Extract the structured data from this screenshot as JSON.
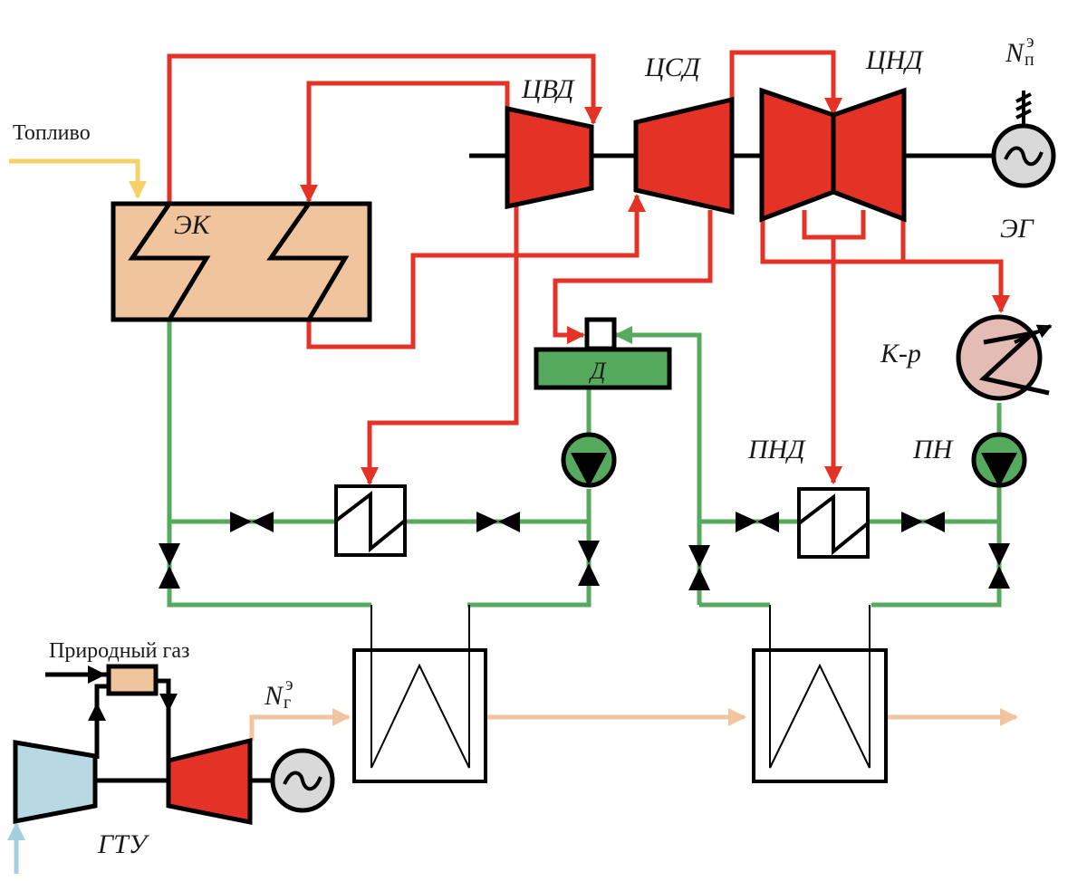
{
  "diagram": {
    "title": "Combined-cycle power plant thermal scheme",
    "colors": {
      "steam": "#e43227",
      "water": "#55aa5e",
      "fuel": "#f6d06a",
      "flue_gas": "#f0c59f",
      "air": "#a3cfe0",
      "boiler_fill": "#f0c49d",
      "condenser_fill": "#e3bcb6",
      "generator_fill": "#d9d9d9",
      "compressor_fill": "#b8d9e3",
      "deaerator_fill": "#55aa5e"
    },
    "labels": {
      "fuel": "Топливо",
      "boiler": "ЭК",
      "hp_cylinder": "ЦВД",
      "ip_cylinder": "ЦСД",
      "lp_cylinder": "ЦНД",
      "steam_power_main": "N",
      "steam_power_sup": "э",
      "steam_power_sub": "п",
      "generator": "ЭГ",
      "condenser": "К-р",
      "deaerator": "Д",
      "lp_heater": "ПНД",
      "feed_pump": "ПН",
      "natural_gas": "Природный газ",
      "gas_power_main": "N",
      "gas_power_sup": "э",
      "gas_power_sub": "г",
      "gas_turbine_unit": "ГТУ"
    },
    "icons": {
      "generator": "ac-generator-icon",
      "pump": "pump-icon",
      "valve": "gate-valve-icon",
      "heater": "regenerative-heater-icon",
      "heat_exchanger": "gas-water-heat-exchanger-icon",
      "ground": "ground-icon"
    }
  }
}
